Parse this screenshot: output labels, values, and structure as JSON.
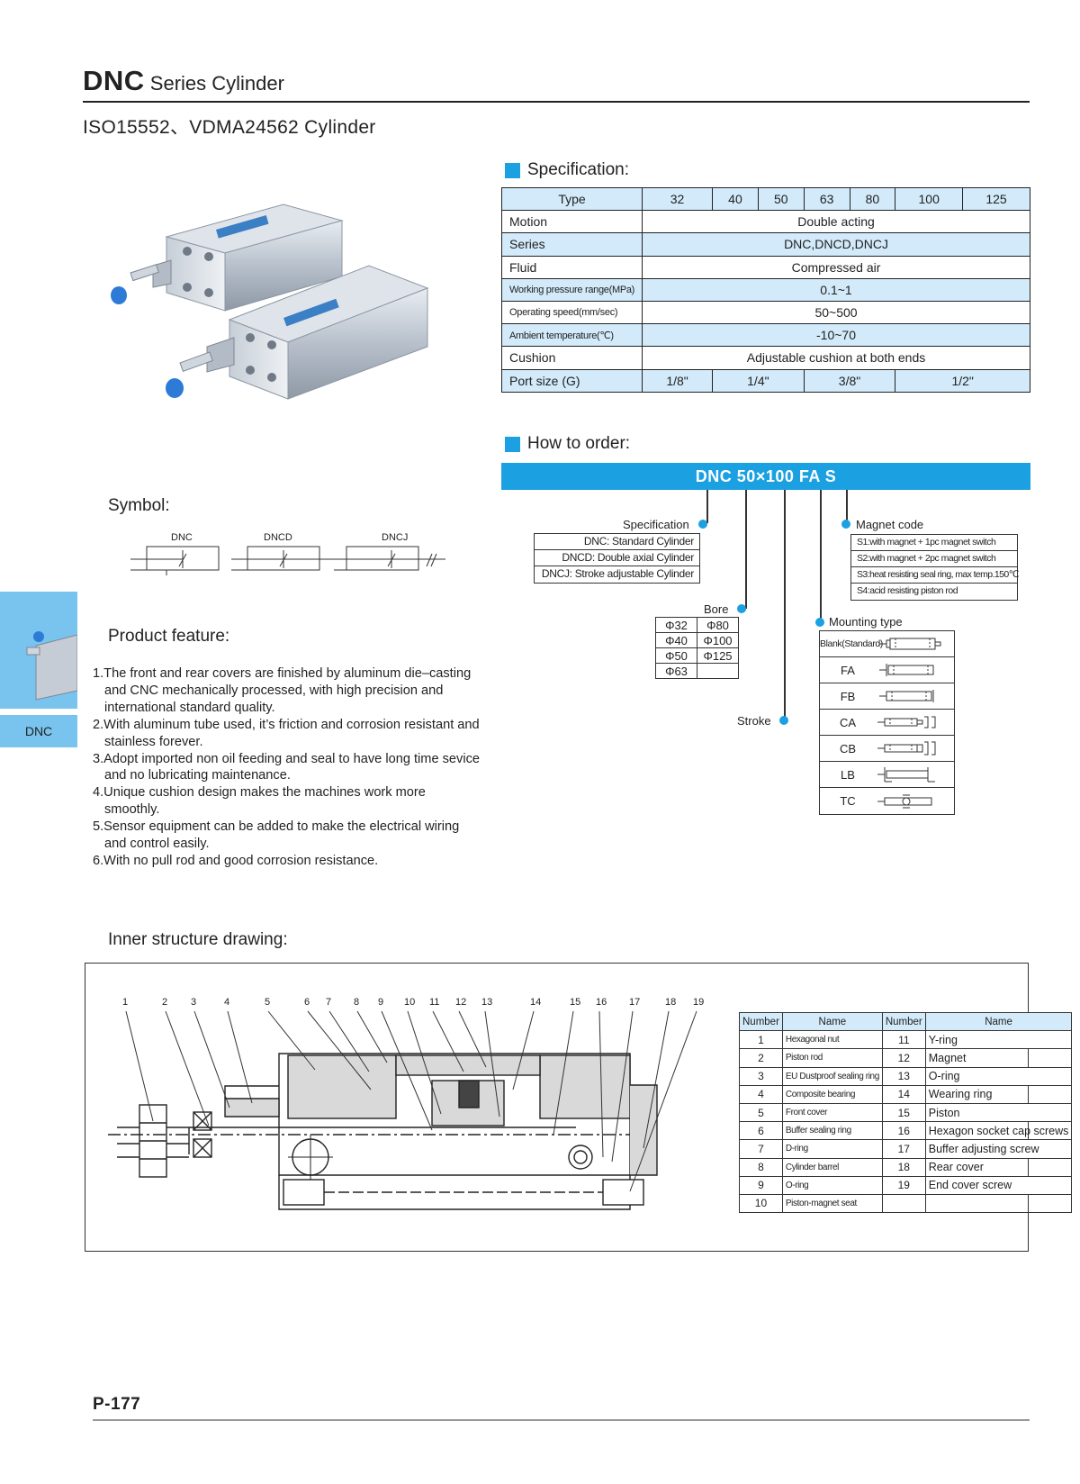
{
  "header": {
    "title_bold": "DNC",
    "title_rest": "Series Cylinder",
    "subtitle": "ISO15552、VDMA24562 Cylinder"
  },
  "side_tab": {
    "label": "DNC"
  },
  "specification": {
    "heading": "Specification:",
    "type_label": "Type",
    "bores": [
      "32",
      "40",
      "50",
      "63",
      "80",
      "100",
      "125"
    ],
    "rows": [
      {
        "label": "Motion",
        "value": "Double acting"
      },
      {
        "label": "Series",
        "value": "DNC,DNCD,DNCJ"
      },
      {
        "label": "Fluid",
        "value": "Compressed air"
      },
      {
        "label": "Working pressure range(MPa)",
        "value": "0.1~1"
      },
      {
        "label": "Operating speed(mm/sec)",
        "value": "50~500"
      },
      {
        "label": "Ambient temperature(℃)",
        "value": "-10~70"
      },
      {
        "label": "Cushion",
        "value": "Adjustable cushion at both ends"
      }
    ],
    "port_label": "Port size  (G)",
    "port_values": [
      "1/8\"",
      "1/4\"",
      "3/8\"",
      "1/2\""
    ]
  },
  "how_to_order": {
    "heading": "How to order:",
    "code": "DNC 50×100 FA S",
    "specification_label": "Specification",
    "specification_items": [
      "DNC: Standard Cylinder",
      "DNCD: Double axial Cylinder",
      "DNCJ: Stroke adjustable Cylinder"
    ],
    "bore_label": "Bore",
    "bore_items": [
      [
        "Φ32",
        "Φ80"
      ],
      [
        "Φ40",
        "Φ100"
      ],
      [
        "Φ50",
        "Φ125"
      ],
      [
        "Φ63",
        ""
      ]
    ],
    "stroke_label": "Stroke",
    "magnet_label": "Magnet code",
    "magnet_items": [
      "S1:with magnet + 1pc magnet switch",
      "S2:with magnet + 2pc magnet switch",
      "S3:heat resisting seal ring, max temp.150℃",
      "S4:acid resisting piston rod"
    ],
    "mounting_label": "Mounting type",
    "mounting_items": [
      "Blank(Standard)",
      "FA",
      "FB",
      "CA",
      "CB",
      "LB",
      "TC"
    ]
  },
  "symbol": {
    "heading": "Symbol:",
    "labels": [
      "DNC",
      "DNCD",
      "DNCJ"
    ]
  },
  "features": {
    "heading": "Product feature:",
    "items": [
      "1.The front and rear covers are finished by aluminum die–casting and CNC mechanically processed, with high precision and international standard quality.",
      "2.With aluminum tube used, it’s friction and corrosion resistant and stainless forever.",
      "3.Adopt imported non oil feeding and seal to have long time sevice and no lubricating maintenance.",
      "4.Unique cushion design makes the machines work more smoothly.",
      "5.Sensor equipment can be added to make the electrical wiring and control easily.",
      "6.With no pull rod and good corrosion resistance."
    ]
  },
  "inner_structure": {
    "heading": "Inner structure drawing:",
    "callouts": [
      "1",
      "2",
      "3",
      "4",
      "5",
      "6",
      "7",
      "8",
      "9",
      "10",
      "11",
      "12",
      "13",
      "14",
      "15",
      "16",
      "17",
      "18",
      "19"
    ],
    "table_headers": [
      "Number",
      "Name",
      "Number",
      "Name"
    ],
    "parts": [
      {
        "n1": "1",
        "name1": "Hexagonal nut",
        "n2": "11",
        "name2": "Y-ring"
      },
      {
        "n1": "2",
        "name1": "Piston rod",
        "n2": "12",
        "name2": "Magnet"
      },
      {
        "n1": "3",
        "name1": "EU Dustproof sealing ring",
        "n2": "13",
        "name2": "O-ring"
      },
      {
        "n1": "4",
        "name1": "Composite bearing",
        "n2": "14",
        "name2": "Wearing ring"
      },
      {
        "n1": "5",
        "name1": "Front cover",
        "n2": "15",
        "name2": "Piston"
      },
      {
        "n1": "6",
        "name1": "Buffer sealing ring",
        "n2": "16",
        "name2": "Hexagon socket cap screws"
      },
      {
        "n1": "7",
        "name1": "D-ring",
        "n2": "17",
        "name2": "Buffer adjusting screw"
      },
      {
        "n1": "8",
        "name1": "Cylinder barrel",
        "n2": "18",
        "name2": "Rear cover"
      },
      {
        "n1": "9",
        "name1": "O-ring",
        "n2": "19",
        "name2": "End cover screw"
      },
      {
        "n1": "10",
        "name1": "Piston-magnet seat",
        "n2": "",
        "name2": ""
      }
    ]
  },
  "footer": {
    "page": "P-177"
  },
  "colors": {
    "accent": "#1ba0e1",
    "table_band": "#d2eaf9",
    "side_tab": "#79c4ee"
  }
}
